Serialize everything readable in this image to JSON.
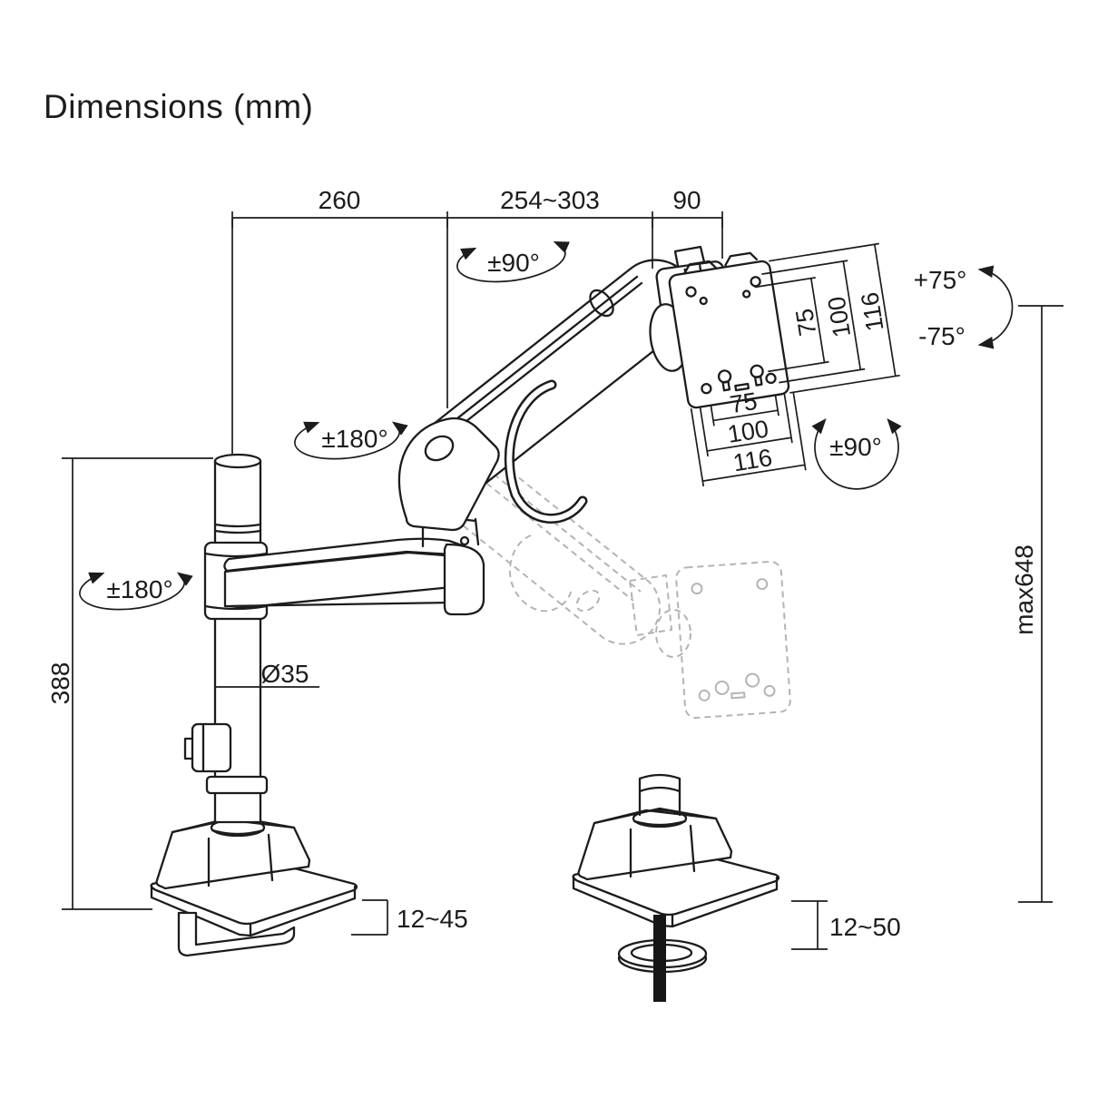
{
  "title": "Dimensions (mm)",
  "dims": {
    "arm_rear": "260",
    "arm_front": "254~303",
    "head": "90",
    "pole_height": "388",
    "pole_diameter": "Ø35",
    "max_height": "max648",
    "clamp_range": "12~45",
    "grommet_range": "12~50"
  },
  "vesa": {
    "vertical": [
      "75",
      "100",
      "116"
    ],
    "horizontal": [
      "75",
      "100",
      "116"
    ]
  },
  "rot": {
    "head": "±90°",
    "vesa": "±90°",
    "arm": "±180°",
    "pole": "±180°",
    "tilt_up": "+75°",
    "tilt_down": "-75°"
  }
}
